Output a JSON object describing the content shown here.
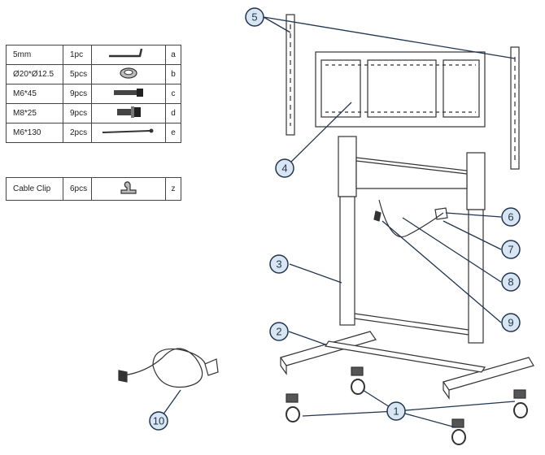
{
  "parts_table": [
    {
      "size": "5mm",
      "qty": "1pc",
      "icon": "allen-key-icon",
      "code": "a"
    },
    {
      "size": "Ø20*Ø12.5",
      "qty": "5pcs",
      "icon": "washer-icon",
      "code": "b"
    },
    {
      "size": "M6*45",
      "qty": "9pcs",
      "icon": "bolt-icon",
      "code": "c"
    },
    {
      "size": "M8*25",
      "qty": "9pcs",
      "icon": "bolt-washer-icon",
      "code": "d"
    },
    {
      "size": "M6*130",
      "qty": "2pcs",
      "icon": "long-screw-icon",
      "code": "e"
    }
  ],
  "cable_clip_row": {
    "size": "Cable Clip",
    "qty": "6pcs",
    "icon": "cable-clip-icon",
    "code": "z"
  },
  "callouts": [
    "1",
    "2",
    "3",
    "4",
    "5",
    "6",
    "7",
    "8",
    "9",
    "10"
  ],
  "colors": {
    "callout_fill": "#d9e6f2",
    "callout_stroke": "#1f3550",
    "line": "#1f3550",
    "drawing": "#333333"
  }
}
